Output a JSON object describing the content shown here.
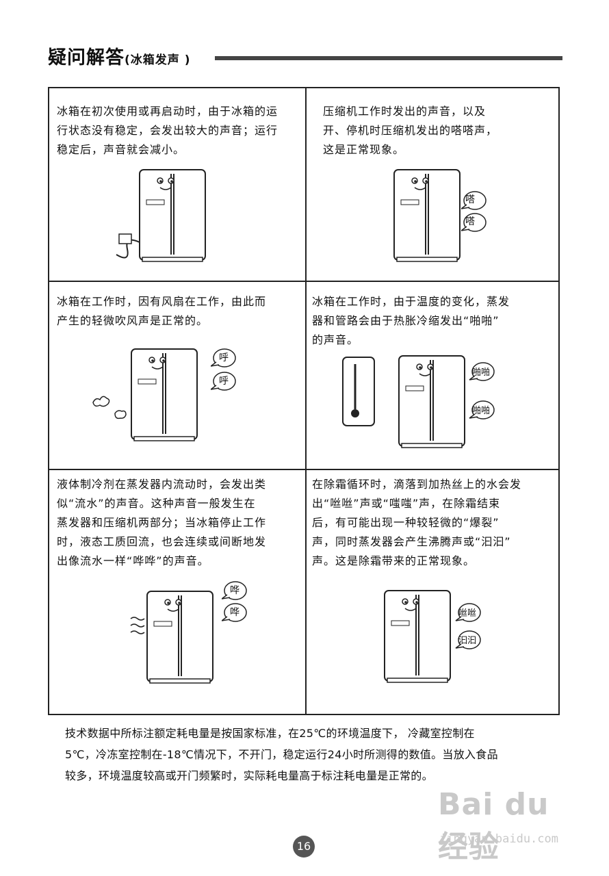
{
  "header": {
    "title": "疑问解答",
    "subtitle": "(冰箱发声 )"
  },
  "cells": [
    {
      "text": [
        "冰箱在初次使用或再启动时，由于冰箱的运",
        "行状态没有稳定，会发出较大的声音；运行",
        "稳定后，声音就会减小。"
      ],
      "sounds": []
    },
    {
      "text": [
        "压缩机工作时发出的声音，以及",
        "开、停机时压缩机发出的嗒嗒声，",
        "这是正常现象。"
      ],
      "sounds": [
        "嗒",
        "嗒"
      ]
    },
    {
      "text": [
        "冰箱在工作时，因有风扇在工作，由此而",
        "产生的轻微吹风声是正常的。"
      ],
      "sounds": [
        "呼",
        "呼"
      ]
    },
    {
      "text": [
        "冰箱在工作时，由于温度的变化，蒸发",
        "器和管路会由于热胀冷缩发出“啪啪”",
        "的声音。"
      ],
      "sounds": [
        "啪啪",
        "啪啪"
      ]
    },
    {
      "text": [
        "液体制冷剂在蒸发器内流动时，会发出类",
        "似“流水”的声音。这种声音一般发生在",
        "蒸发器和压缩机两部分；当冰箱停止工作",
        "时，液态工质回流，也会连续或间断地发",
        "出像流水一样“哗哗”的声音。"
      ],
      "sounds": [
        "哗",
        "哗"
      ]
    },
    {
      "text": [
        "在除霜循环时，滴落到加热丝上的水会发",
        "出“咝咝”声或“嗤嗤”声，在除霜结束",
        "后，有可能出现一种较轻微的“爆裂”",
        "声，同时蒸发器会产生沸腾声或“汩汩”",
        "声。这是除霜带来的正常现象。"
      ],
      "sounds": [
        "咝咝",
        "汩汩"
      ]
    }
  ],
  "note": [
    "技术数据中所标注额定耗电量是按国家标准，在25℃的环境温度下， 冷藏室控制在",
    "5℃，冷冻室控制在-18℃情况下，不开门，稳定运行24小时所测得的数值。当放入食品",
    "较多，环境温度较高或开门频繁时，实际耗电量高于标注耗电量是正常的。"
  ],
  "page_number": "16",
  "watermark": {
    "logo": "Bai du 经验",
    "url": "jingyan.baidu.com"
  }
}
